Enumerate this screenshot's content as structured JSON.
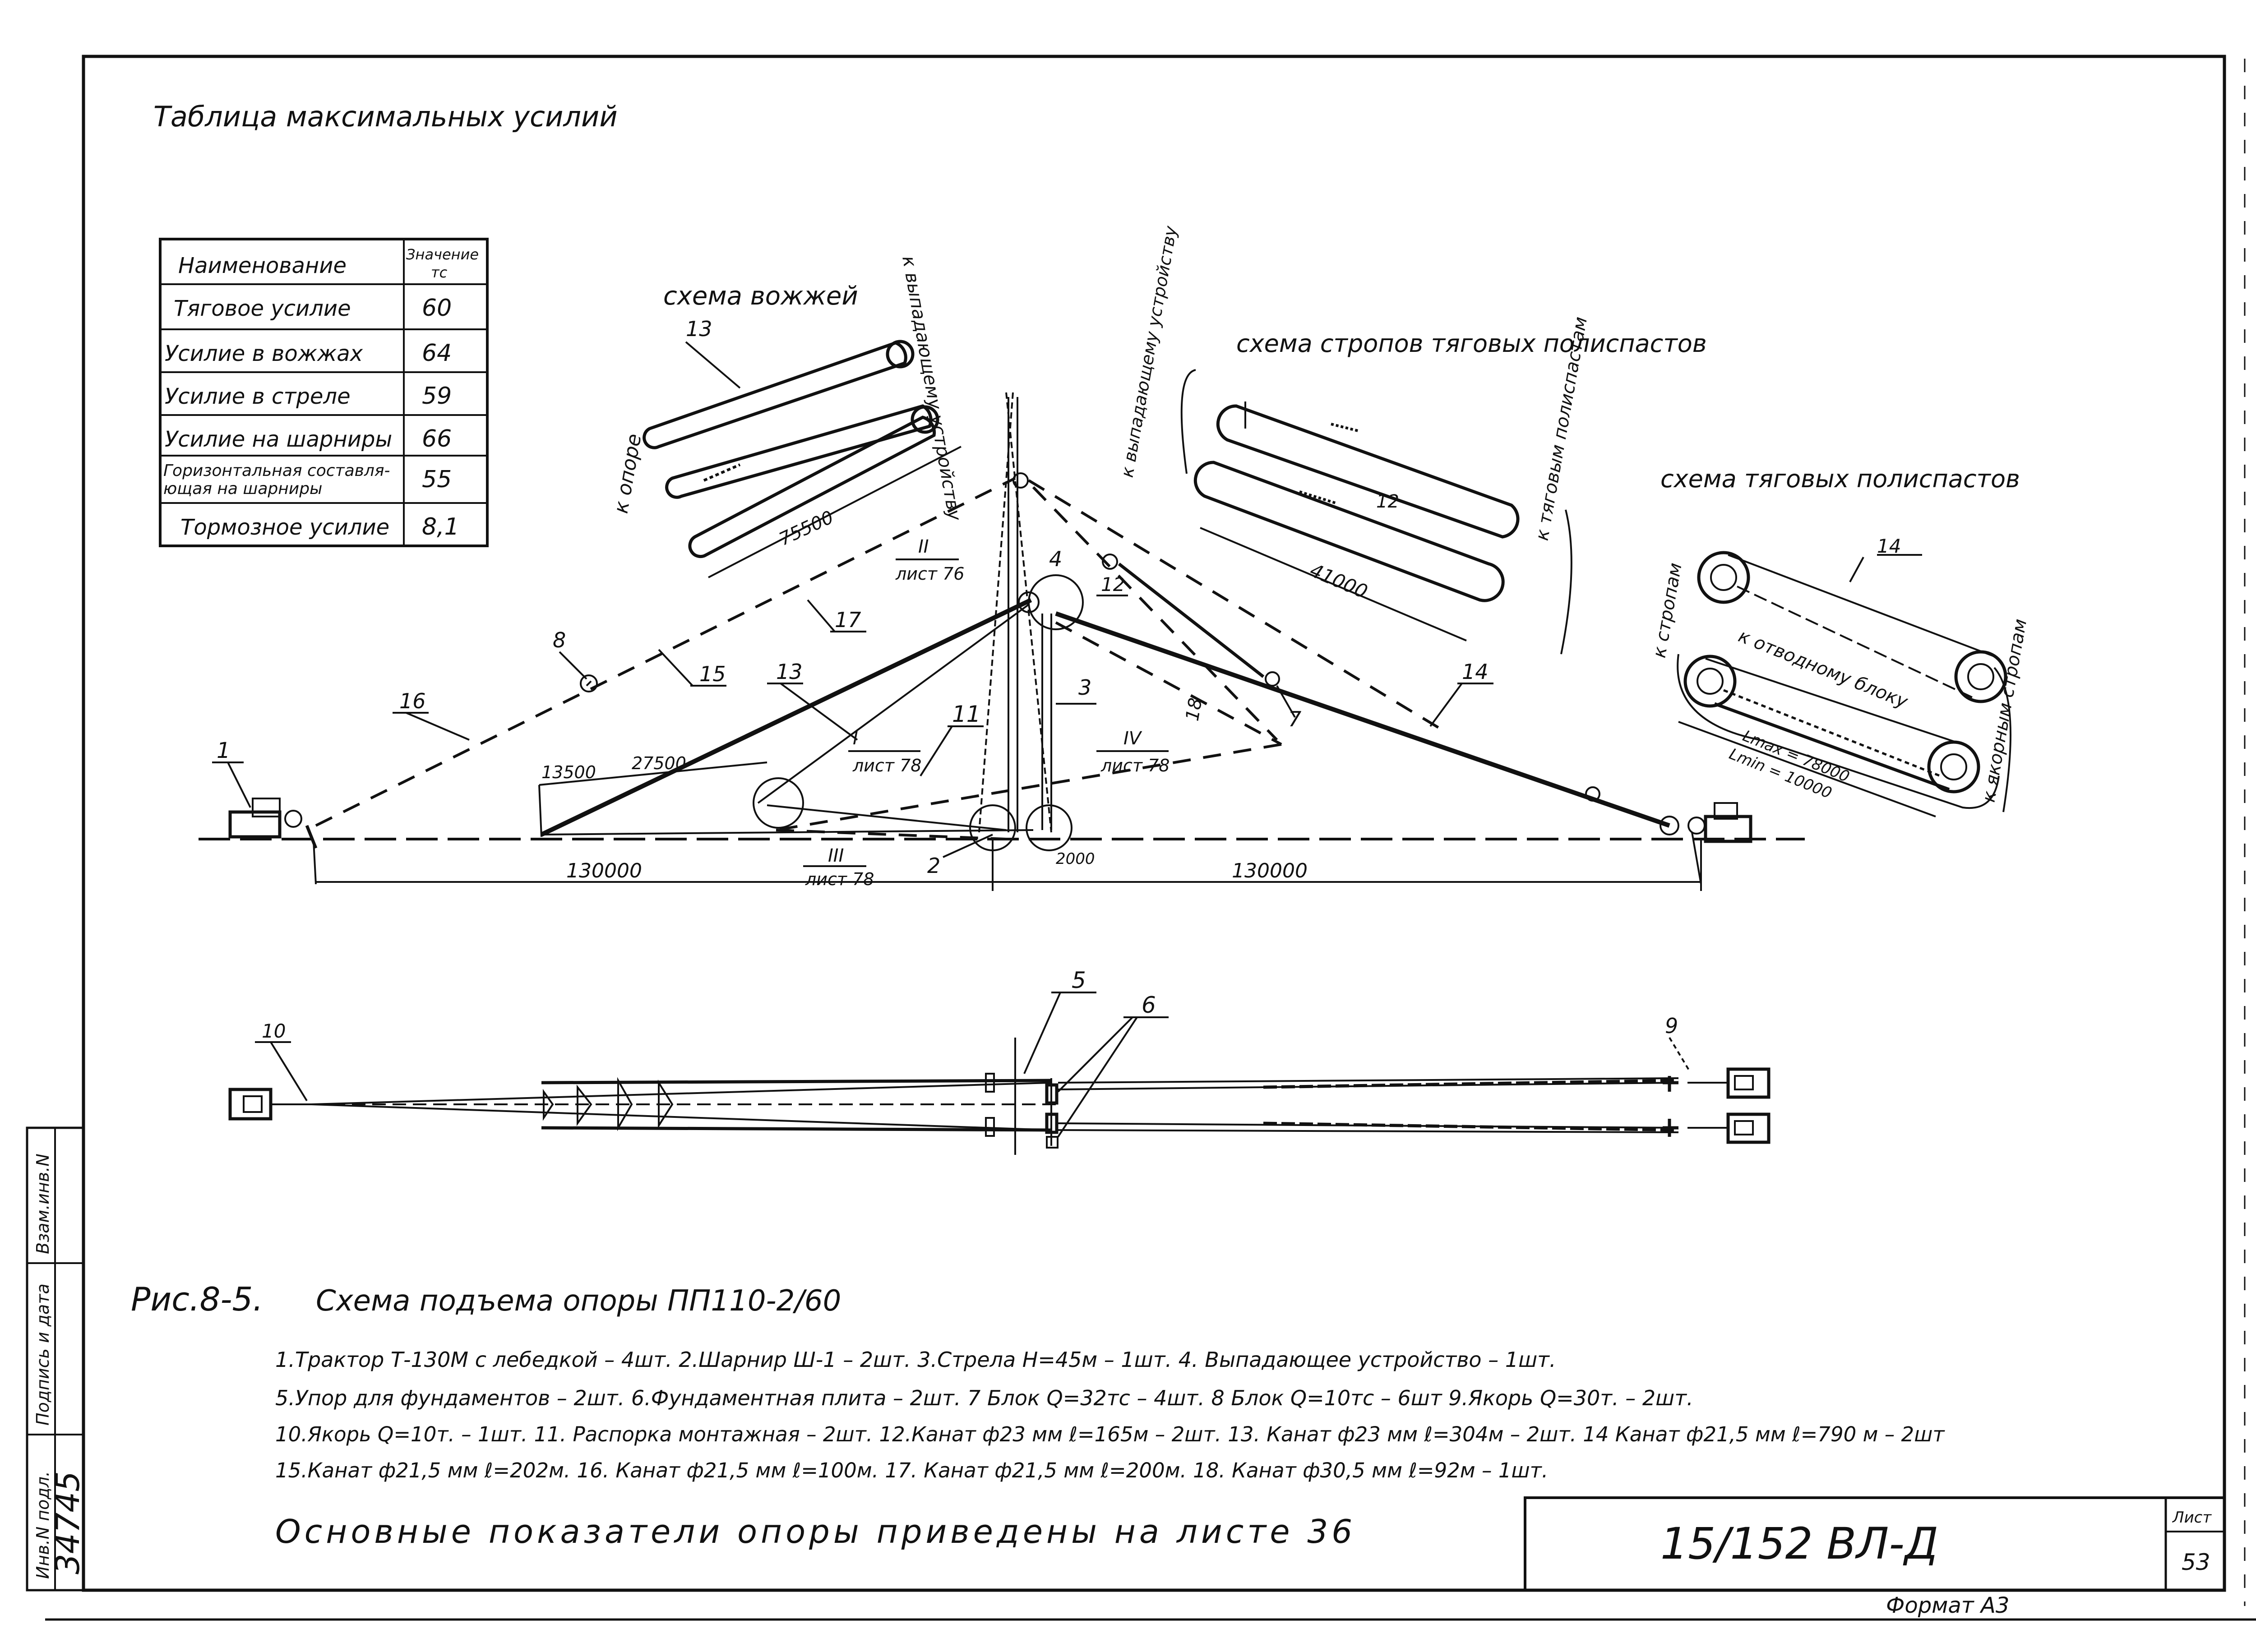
{
  "table": {
    "title": "Таблица максимальных усилий",
    "header_name": "Наименование",
    "header_value_1": "Значение",
    "header_value_2": "тс",
    "rows": [
      {
        "name": "Тяговое усилие",
        "value": "60"
      },
      {
        "name": "Усилие в вожжах",
        "value": "64"
      },
      {
        "name": "Усилие в стреле",
        "value": "59"
      },
      {
        "name": "Усилие на шарниры",
        "value": "66"
      },
      {
        "name_1": "Горизонтальная составля-",
        "name_2": "ющая на шарниры",
        "value": "55"
      },
      {
        "name": "Тормозное усилие",
        "value": "8,1"
      }
    ]
  },
  "schemes": {
    "vozhzhi_title": "схема вожжей",
    "vozhzhi_to_device": "к выпадающему устройству",
    "vozhzhi_to_support": "к опоре",
    "vozhzhi_dim": "75500",
    "vozhzhi_num": "13",
    "stropy_title": "схема стропов тяговых полиспастов",
    "stropy_to_device": "к выпадающему устройству",
    "stropy_to_pulleys": "к тяговым полиспастам",
    "stropy_dim": "41000",
    "stropy_num": "12",
    "pulleys_title": "схема тяговых полиспастов",
    "pulleys_to_slings": "к стропам",
    "pulleys_to_block": "к отводному блоку",
    "pulleys_to_anchor": "к якорным стропам",
    "pulleys_lmax": "Lmax = 78000",
    "pulleys_lmin": "Lmin = 10000",
    "pulleys_num": "14"
  },
  "elevation": {
    "num_labels": {
      "n1": "1",
      "n2": "2",
      "n3": "3",
      "n4": "4",
      "n7": "7",
      "n8": "8",
      "n11": "11",
      "n12": "12",
      "n13": "13",
      "n14": "14",
      "n15": "15",
      "n16": "16",
      "n17": "17",
      "n18": "18"
    },
    "sheet_refs": {
      "r2": "II",
      "r2_sheet": "лист 76",
      "r1": "I",
      "r1_sheet": "лист 78",
      "r3": "III",
      "r3_sheet": "лист 78",
      "r4": "IV",
      "r4_sheet": "лист 78"
    },
    "dims": {
      "d13500": "13500",
      "d27500": "27500",
      "d2000": "2000",
      "left_span": "130000",
      "right_span": "130000"
    }
  },
  "plan": {
    "num_labels": {
      "n5": "5",
      "n6": "6",
      "n9": "9",
      "n10": "10"
    }
  },
  "caption": {
    "fig_no": "Рис.8-5.",
    "title": "Схема подъема опоры ПП110-2/60",
    "line1": "1.Трактор Т-130М с лебедкой – 4шт. 2.Шарнир Ш-1 – 2шт. 3.Стрела      Н=45м – 1шт. 4. Выпадающее устройство      – 1шт.",
    "line2": "5.Упор для фундаментов – 2шт. 6.Фундаментная плита – 2шт. 7 Блок Q=32тс – 4шт. 8 Блок Q=10тс – 6шт 9.Якорь Q=30т. – 2шт.",
    "line3": "10.Якорь Q=10т. – 1шт. 11. Распорка монтажная – 2шт. 12.Канат ф23 мм ℓ=165м – 2шт. 13. Канат ф23 мм ℓ=304м – 2шт. 14 Канат ф21,5 мм ℓ=790 м – 2шт",
    "line4": "15.Канат ф21,5 мм ℓ=202м.    16. Канат ф21,5 мм ℓ=100м.     17. Канат ф21,5 мм ℓ=200м.    18. Канат ф30,5 мм ℓ=92м – 1шт.",
    "note": "Основные показатели опоры приведены на листе 36"
  },
  "stamp": {
    "doc_code": "15/152 ВЛ-Д",
    "sheet_label": "Лист",
    "sheet_no": "53",
    "format": "Формат А3"
  },
  "side": {
    "inv_no": "34745",
    "col1": "Инв.N подл.",
    "col2": "Подпись и дата",
    "col3": "Взам.инв.N"
  }
}
